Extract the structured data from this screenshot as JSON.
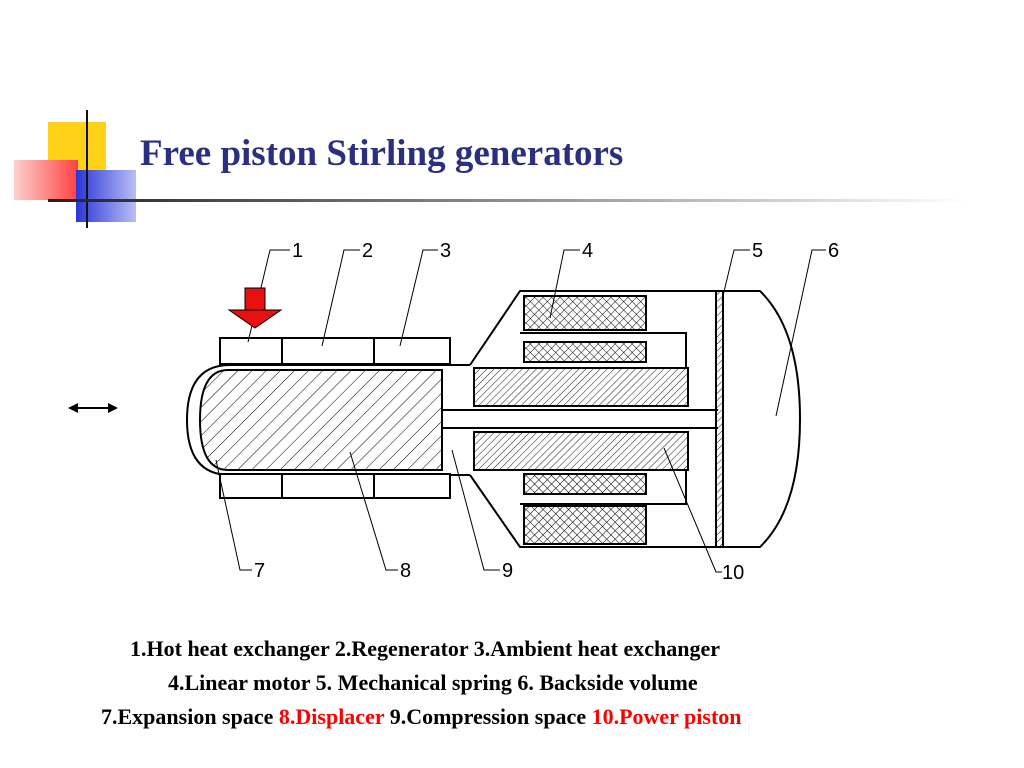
{
  "title": "Free piston Stirling generators",
  "labels": [
    "1",
    "2",
    "3",
    "4",
    "5",
    "6",
    "7",
    "8",
    "9",
    "10"
  ],
  "caption": {
    "line1": "1.Hot heat exchanger 2.Regenerator 3.Ambient heat exchanger",
    "line2": "4.Linear motor  5. Mechanical spring 6. Backside volume",
    "line3_a": "7.Expansion space ",
    "line3_b": "8.Displacer",
    "line3_c": " 9.Compression space ",
    "line3_d": "10.Power piston"
  },
  "colors": {
    "title": "#2a2f7f",
    "highlight": "#ff0000",
    "deco_yellow": "#ffd21a",
    "deco_blue": "#3340d8",
    "deco_red": "#ff5050"
  },
  "icons": [
    "heat-input-arrow-icon",
    "double-arrow-icon"
  ]
}
